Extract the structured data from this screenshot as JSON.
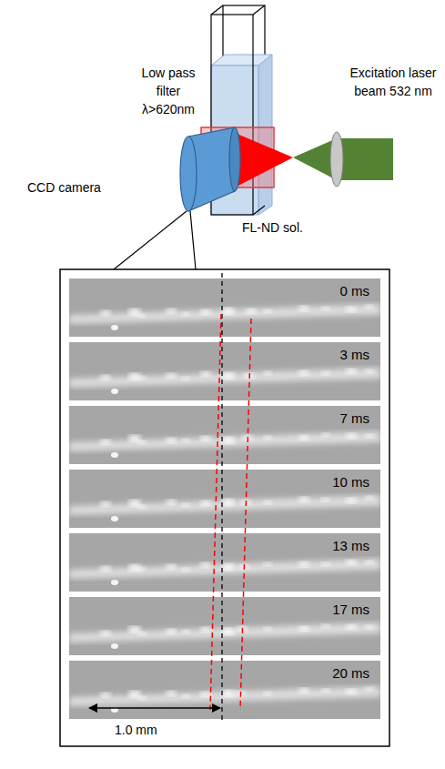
{
  "diagram": {
    "nodes": [
      {
        "text": [
          "0 ms"
        ]
      },
      {
        "text": [
          "3 ms"
        ]
      },
      {
        "text": [
          "7 ms"
        ]
      },
      {
        "text": [
          "10 ms"
        ]
      },
      {
        "text": [
          "13 ms"
        ]
      },
      {
        "text": [
          "17 ms"
        ]
      },
      {
        "text": [
          "20 ms"
        ]
      }
    ],
    "labels": [
      "Low pass filter λ>620nm",
      "Excitation laser beam 532 nm",
      "CCD camera",
      "FL-ND sol.",
      "1.0 mm"
    ]
  }
}
